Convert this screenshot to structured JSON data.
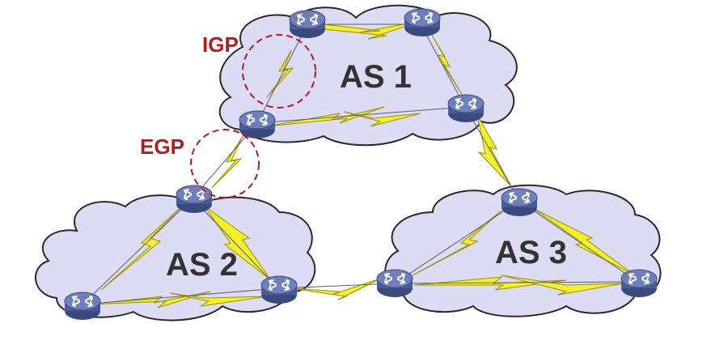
{
  "labels": {
    "as1": "AS 1",
    "as2": "AS 2",
    "as3": "AS 3",
    "igp": "IGP",
    "egp": "EGP"
  },
  "colors": {
    "cloud_fill": "#dcdcf4",
    "cloud_stroke": "#2a2a2a",
    "router_body": "#4a5c96",
    "router_top": "#6d80bb",
    "link_yellow": "#f4f02a",
    "link_stroke": "#9a9000",
    "protocol_red": "#b11e1e",
    "as_text": "#333333"
  },
  "icons": {
    "router": "router-icon",
    "link": "lightning-link-icon"
  }
}
